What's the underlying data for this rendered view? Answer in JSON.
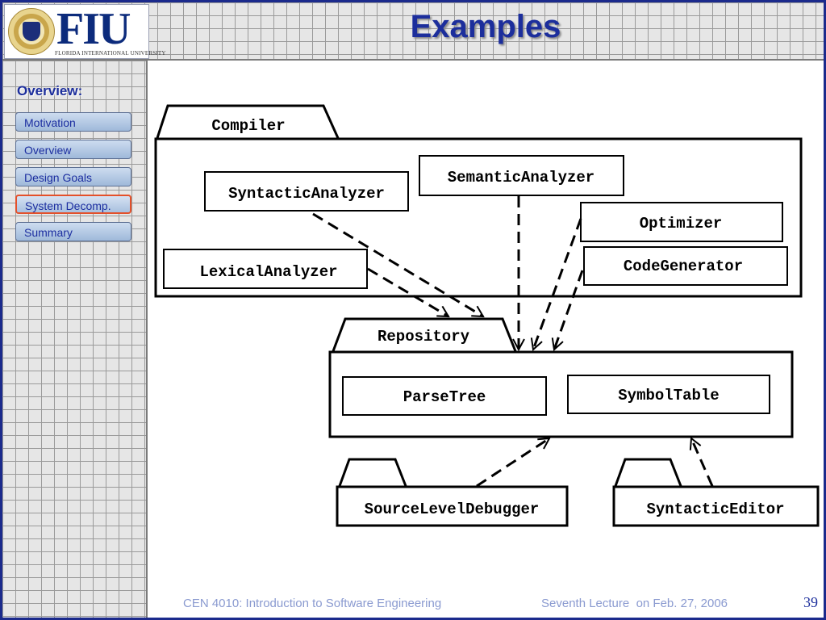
{
  "slide": {
    "title": "Examples",
    "logo_text": "FIU",
    "logo_subtitle": "FLORIDA INTERNATIONAL UNIVERSITY"
  },
  "sidebar": {
    "title": "Overview:",
    "items": [
      {
        "label": "Motivation",
        "active": false
      },
      {
        "label": "Overview",
        "active": false
      },
      {
        "label": "Design Goals",
        "active": false
      },
      {
        "label": "System Decomp.",
        "active": true
      },
      {
        "label": "Summary",
        "active": false
      }
    ]
  },
  "diagram": {
    "packages": {
      "compiler": "Compiler",
      "repository": "Repository",
      "source_level_debugger": "SourceLevelDebugger",
      "syntactic_editor": "SyntacticEditor"
    },
    "classes": {
      "syntactic_analyzer": "SyntacticAnalyzer",
      "semantic_analyzer": "SemanticAnalyzer",
      "optimizer": "Optimizer",
      "lexical_analyzer": "LexicalAnalyzer",
      "code_generator": "CodeGenerator",
      "parse_tree": "ParseTree",
      "symbol_table": "SymbolTable"
    }
  },
  "footer": {
    "course": "CEN 4010: Introduction to Software Engineering",
    "lecture": "Seventh Lecture  on Feb. 27, 2006",
    "page": "39"
  },
  "colors": {
    "accent_blue": "#1c2e9c",
    "frame_border": "#1b2a8c",
    "active_item_border": "#e4502a"
  }
}
